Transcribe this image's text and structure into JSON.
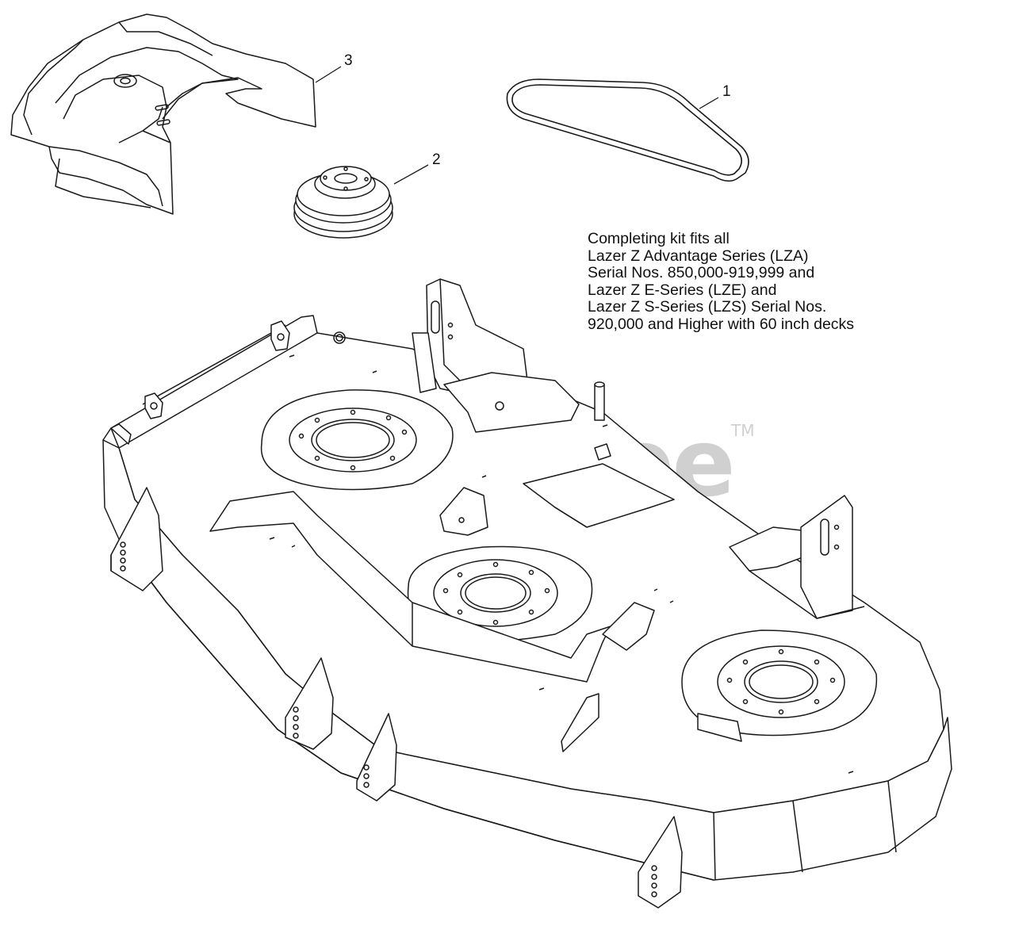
{
  "callouts": [
    {
      "number": "1",
      "part": "belt"
    },
    {
      "number": "2",
      "part": "idler-pulley"
    },
    {
      "number": "3",
      "part": "belt-cover"
    }
  ],
  "note_lines": [
    "Completing kit fits all",
    "Lazer Z Advantage Series (LZA)",
    "Serial Nos. 850,000-919,999 and",
    "Lazer Z E-Series (LZE) and",
    "Lazer Z S-Series (LZS) Serial Nos.",
    "920,000 and Higher with 60 inch decks"
  ],
  "watermark": {
    "text": "PartsTree",
    "trademark": "TM",
    "color": "#c8c8c8"
  },
  "colors": {
    "line": "#1a1a1a",
    "paper": "#ffffff"
  }
}
